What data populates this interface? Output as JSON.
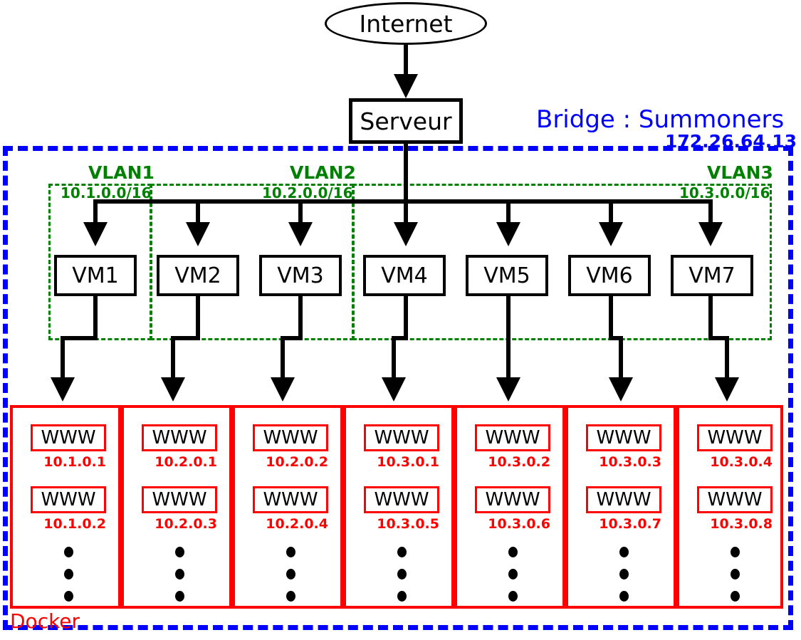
{
  "diagram": {
    "internet": {
      "label": "Internet"
    },
    "server": {
      "label": "Serveur"
    },
    "bridge": {
      "title": "Bridge : Summoners",
      "ip": "172.26.64.13",
      "color": "#0000ff"
    },
    "docker": {
      "label": "Docker",
      "color": "#ff0000"
    },
    "vlans": [
      {
        "name": "VLAN1",
        "subnet": "10.1.0.0/16",
        "color": "#008000"
      },
      {
        "name": "VLAN2",
        "subnet": "10.2.0.0/16",
        "color": "#008000"
      },
      {
        "name": "VLAN3",
        "subnet": "10.3.0.0/16",
        "color": "#008000"
      }
    ],
    "vms": [
      {
        "label": "VM1"
      },
      {
        "label": "VM2"
      },
      {
        "label": "VM3"
      },
      {
        "label": "VM4"
      },
      {
        "label": "VM5"
      },
      {
        "label": "VM6"
      },
      {
        "label": "VM7"
      }
    ],
    "containers": [
      {
        "column": 1,
        "items": [
          {
            "label": "WWW",
            "ip": "10.1.0.1"
          },
          {
            "label": "WWW",
            "ip": "10.1.0.2"
          }
        ],
        "ellipsis": "..."
      },
      {
        "column": 2,
        "items": [
          {
            "label": "WWW",
            "ip": "10.2.0.1"
          },
          {
            "label": "WWW",
            "ip": "10.2.0.3"
          }
        ],
        "ellipsis": "..."
      },
      {
        "column": 3,
        "items": [
          {
            "label": "WWW",
            "ip": "10.2.0.2"
          },
          {
            "label": "WWW",
            "ip": "10.2.0.4"
          }
        ],
        "ellipsis": "..."
      },
      {
        "column": 4,
        "items": [
          {
            "label": "WWW",
            "ip": "10.3.0.1"
          },
          {
            "label": "WWW",
            "ip": "10.3.0.5"
          }
        ],
        "ellipsis": "..."
      },
      {
        "column": 5,
        "items": [
          {
            "label": "WWW",
            "ip": "10.3.0.2"
          },
          {
            "label": "WWW",
            "ip": "10.3.0.6"
          }
        ],
        "ellipsis": "..."
      },
      {
        "column": 6,
        "items": [
          {
            "label": "WWW",
            "ip": "10.3.0.3"
          },
          {
            "label": "WWW",
            "ip": "10.3.0.7"
          }
        ],
        "ellipsis": "..."
      },
      {
        "column": 7,
        "items": [
          {
            "label": "WWW",
            "ip": "10.3.0.4"
          },
          {
            "label": "WWW",
            "ip": "10.3.0.8"
          }
        ],
        "ellipsis": "..."
      }
    ]
  }
}
